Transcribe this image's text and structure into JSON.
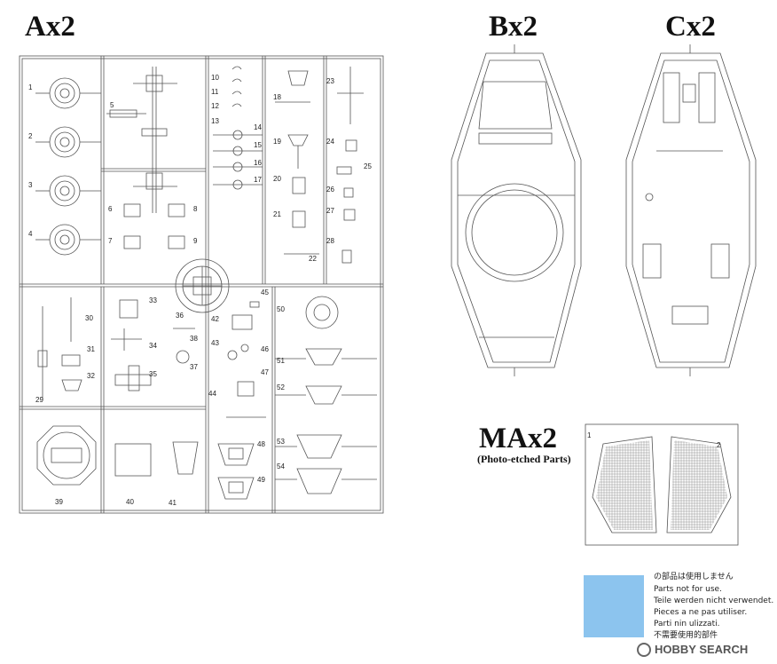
{
  "sprue_titles": {
    "a": "Ax2",
    "b": "Bx2",
    "c": "Cx2",
    "ma": "MAx2"
  },
  "photo_etched_label": "(Photo-etched Parts)",
  "part_numbers": {
    "n1": "1",
    "n2": "2",
    "n3": "3",
    "n4": "4",
    "n5": "5",
    "n6": "6",
    "n7": "7",
    "n8": "8",
    "n9": "9",
    "n10": "10",
    "n11": "11",
    "n12": "12",
    "n13": "13",
    "n14": "14",
    "n15": "15",
    "n16": "16",
    "n17": "17",
    "n18": "18",
    "n19": "19",
    "n20": "20",
    "n21": "21",
    "n22": "22",
    "n23": "23",
    "n24": "24",
    "n25": "25",
    "n26": "26",
    "n27": "27",
    "n28": "28",
    "n29": "29",
    "n30": "30",
    "n31": "31",
    "n32": "32",
    "n33": "33",
    "n34": "34",
    "n35": "35",
    "n36": "36",
    "n37": "37",
    "n38": "38",
    "n39": "39",
    "n40": "40",
    "n41": "41",
    "n42": "42",
    "n43": "43",
    "n44": "44",
    "n45": "45",
    "n46": "46",
    "n47": "47",
    "n48": "48",
    "n49": "49",
    "n50": "50",
    "n51": "51",
    "n52": "52",
    "n53": "53",
    "n54": "54",
    "pe1": "1",
    "pe2": "2"
  },
  "legend": {
    "color": "#8cc4ee",
    "lines": [
      "の部品は使用しません",
      "Parts not for use.",
      "Teile werden nicht verwendet.",
      "Pieces a ne pas utiliser.",
      "Parti nin ulizzati.",
      "不需要使用的部件"
    ]
  },
  "watermark": "HOBBY SEARCH"
}
